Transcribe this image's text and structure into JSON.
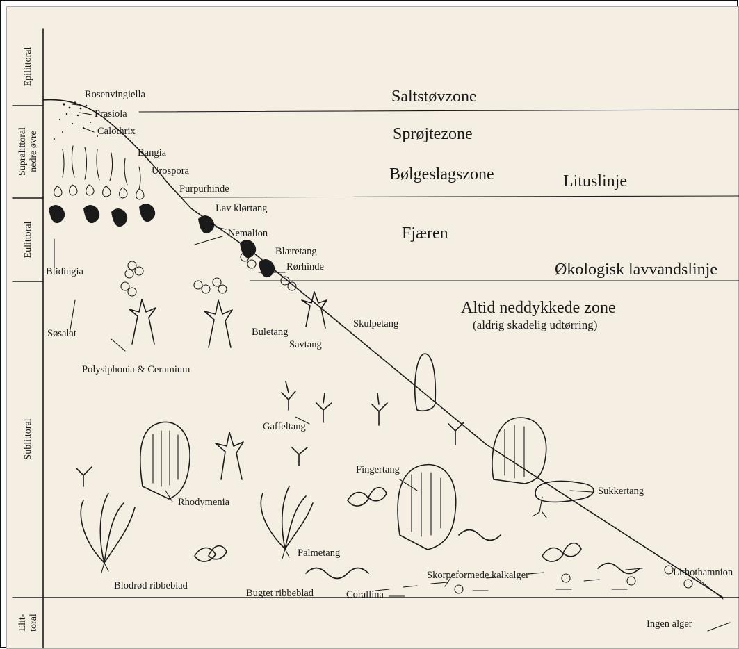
{
  "zones_side": {
    "epilittoral": "Epilittoral",
    "supralittoral": "Supralittoral\nnedre øvre",
    "eulittoral": "Eulittoral",
    "sublittoral": "Sublittoral",
    "elittoral": "Elit-\ntoral"
  },
  "zones": {
    "saltstov": "Saltstøvzone",
    "sprojte": "Sprøjtezone",
    "bolgeslag": "Bølgeslagszone",
    "lituslinje": "Lituslinje",
    "fjaeren": "Fjæren",
    "okologisk": "Økologisk lavvandslinje",
    "altid": "Altid neddykkede zone",
    "altid_sub": "(aldrig skadelig udtørring)"
  },
  "species": {
    "rosenvingiella": "Rosenvingiella",
    "prasiola": "Prasiola",
    "calothrix": "Calothrix",
    "bangia": "Bangia",
    "urospora": "Urospora",
    "purpurhinde": "Purpurhinde",
    "lav_klortang": "Lav klørtang",
    "nemalion": "Nemalion",
    "blaeretang": "Blæretang",
    "rorhinde": "Rørhinde",
    "blidingia": "Blidingia",
    "sosalat": "Søsalat",
    "buletang": "Buletang",
    "savtang": "Savtang",
    "skulpetang": "Skulpetang",
    "polysiphonia": "Polysiphonia & Ceramium",
    "gaffeltang": "Gaffeltang",
    "fingertang": "Fingertang",
    "sukkertang": "Sukkertang",
    "rhodymenia": "Rhodymenia",
    "palmetang": "Palmetang",
    "blodrod": "Blodrød ribbeblad",
    "bugtet": "Bugtet ribbeblad",
    "corallina": "Corallina",
    "skorpeformede": "Skorpeformede kalkalger",
    "lithothamnion": "Lithothamnion",
    "ingen_alger": "Ingen alger"
  }
}
